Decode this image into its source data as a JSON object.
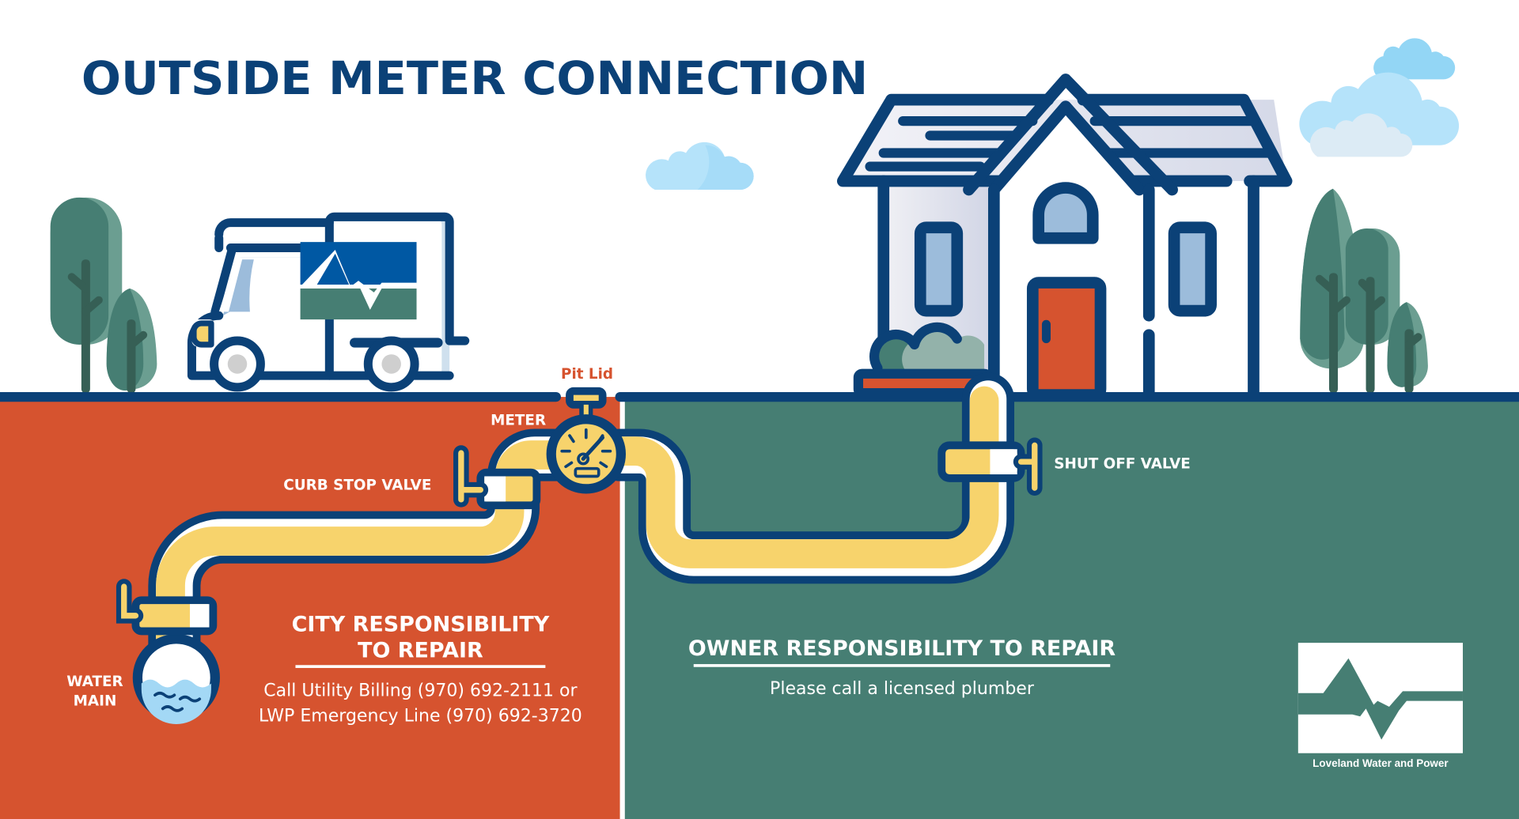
{
  "title": "OUTSIDE METER CONNECTION",
  "labels": {
    "pit_lid": "Pit Lid",
    "meter": "METER",
    "curb_stop_valve": "CURB STOP VALVE",
    "shut_off_valve": "SHUT OFF VALVE",
    "water_main_line1": "WATER",
    "water_main_line2": "MAIN"
  },
  "city": {
    "heading_line1": "CITY RESPONSIBILITY",
    "heading_line2": "TO REPAIR",
    "text_line1": "Call Utility Billing (970) 692-2111 or",
    "text_line2": "LWP Emergency Line (970) 692-3720"
  },
  "owner": {
    "heading": "OWNER RESPONSIBILITY TO REPAIR",
    "text": "Please call a licensed plumber"
  },
  "logo": {
    "name": "Loveland Water and Power"
  },
  "colors": {
    "navy": "#0b4177",
    "city_zone": "#d6532f",
    "owner_zone": "#467e73",
    "pipe": "#f7d36c",
    "tree_dark": "#467e73",
    "tree_light": "#6b9e91",
    "trunk": "#365f55",
    "window": "#9cbcdb",
    "cloud": "#b5e3fa",
    "logo_blue": "#0058a3"
  }
}
